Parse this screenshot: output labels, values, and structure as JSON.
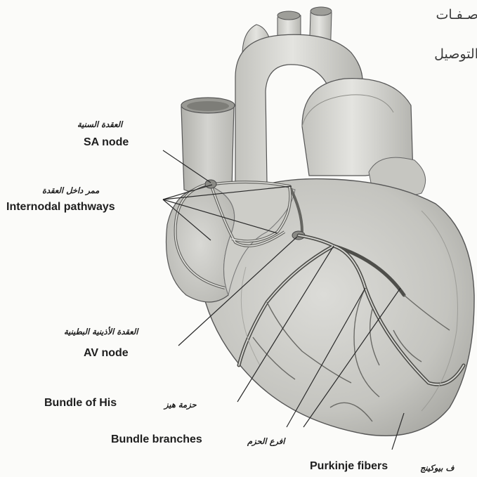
{
  "corner_text": {
    "line1": "صـفـات",
    "line2": "التوصيل"
  },
  "labels": {
    "sa_node": {
      "ar": "العقدة السنية",
      "en": "SA node"
    },
    "internodal": {
      "ar": "ممر داخل العقدة",
      "en": "Internodal pathways"
    },
    "av_node": {
      "ar": "العقدة الأذينية البطينية",
      "en": "AV node"
    },
    "bundle_his": {
      "en": "Bundle of His",
      "ar": "حزمة هيز"
    },
    "bundle_branches": {
      "en": "Bundle branches",
      "ar": "افرع الحزم"
    },
    "purkinje": {
      "en": "Purkinje fibers",
      "ar": "ف بيوكينج"
    }
  },
  "colors": {
    "background": "#fbfbf9",
    "heart_fill": "#cfcfcb",
    "heart_shade": "#b3b3ae",
    "line": "#2a2a2a",
    "text": "#1e1e1e"
  }
}
